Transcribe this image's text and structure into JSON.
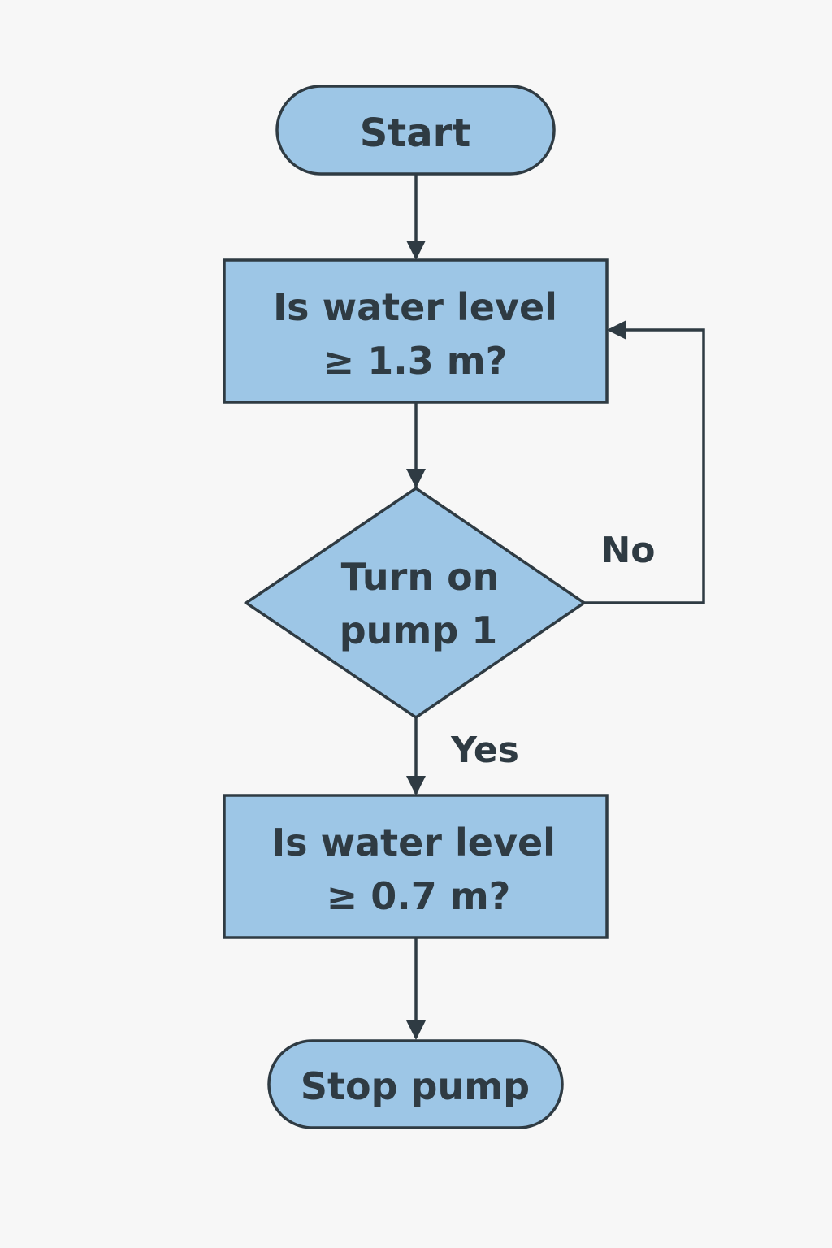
{
  "colors": {
    "background": "#f7f7f7",
    "node_fill": "#9dc6e6",
    "stroke": "#2f3b43",
    "text": "#2f3b43"
  },
  "nodes": {
    "start": {
      "label": "Start"
    },
    "check_high": {
      "line1": "Is water level",
      "line2": "≥ 1.3 m?"
    },
    "decision": {
      "line1": "Turn on",
      "line2": "pump 1"
    },
    "check_low": {
      "line1": "Is water level",
      "line2": "≥ 0.7 m?"
    },
    "stop": {
      "label": "Stop pump"
    }
  },
  "edges": {
    "no_label": "No",
    "yes_label": "Yes"
  }
}
